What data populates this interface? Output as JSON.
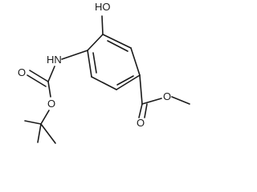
{
  "labels": {
    "hydroxyl": "HO",
    "amine": "HN",
    "carbamate_carbonyl_oxygen": "O",
    "carbamate_ester_oxygen": "O",
    "ester_carbonyl_oxygen": "O",
    "ester_ether_oxygen": "O"
  }
}
